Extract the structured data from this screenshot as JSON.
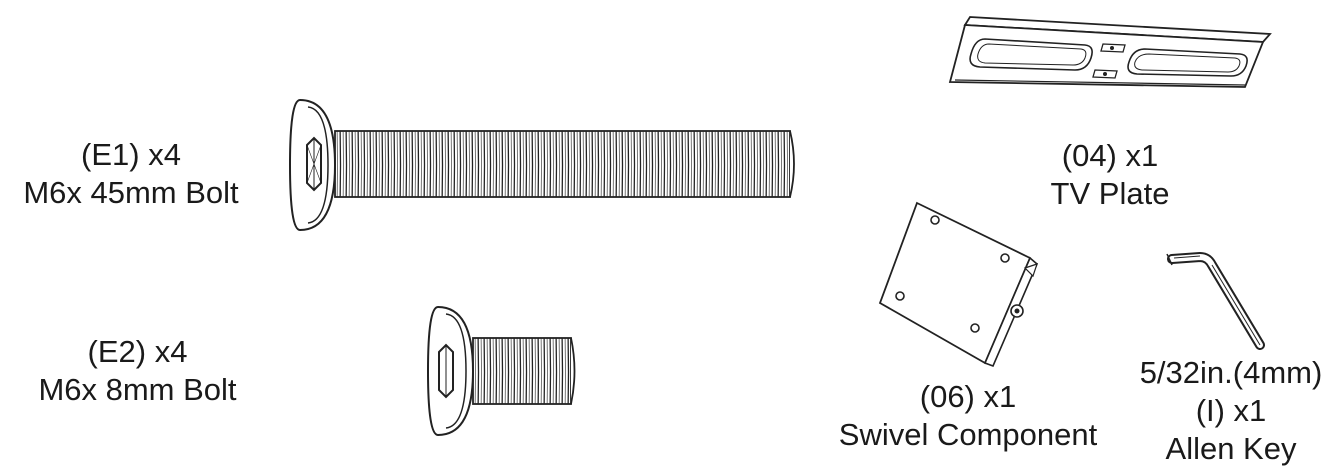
{
  "parts": {
    "e1": {
      "qty": "(E1) x4",
      "name": "M6x 45mm Bolt"
    },
    "e2": {
      "qty": "(E2) x4",
      "name": "M6x 8mm Bolt"
    },
    "p04": {
      "qty": "(04)  x1",
      "name": "TV Plate"
    },
    "p06": {
      "qty": "(06)  x1",
      "name": "Swivel Component"
    },
    "allen": {
      "size": "5/32in.(4mm)",
      "qty": "(I) x1",
      "name": "Allen Key"
    }
  }
}
